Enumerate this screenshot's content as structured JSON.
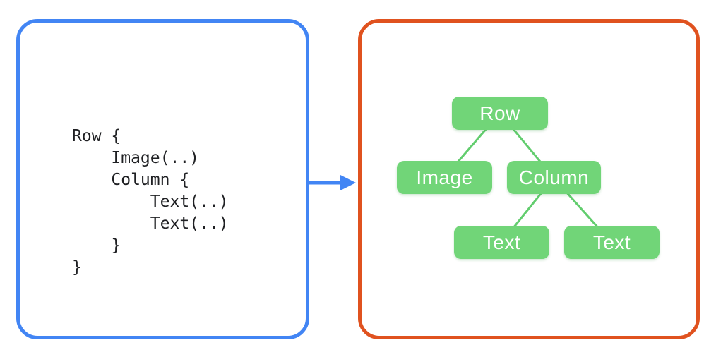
{
  "colors": {
    "code_panel_border": "#4285F4",
    "tree_panel_border": "#E0521F",
    "node_fill": "#71D578",
    "node_text": "#FFFFFF",
    "connector": "#62CD6E",
    "arrow": "#4285F4",
    "code_text": "#1F2023",
    "background": "#FFFFFF"
  },
  "left_panel": {
    "code": "Row {\n    Image(..)\n    Column {\n        Text(..)\n        Text(..)\n    }\n}"
  },
  "arrow": {
    "direction": "right"
  },
  "tree": {
    "nodes": [
      {
        "id": "row",
        "label": "Row"
      },
      {
        "id": "image",
        "label": "Image"
      },
      {
        "id": "column",
        "label": "Column"
      },
      {
        "id": "text-1",
        "label": "Text"
      },
      {
        "id": "text-2",
        "label": "Text"
      }
    ],
    "edges": [
      {
        "from": "row",
        "to": "image"
      },
      {
        "from": "row",
        "to": "column"
      },
      {
        "from": "column",
        "to": "text-1"
      },
      {
        "from": "column",
        "to": "text-2"
      }
    ]
  }
}
